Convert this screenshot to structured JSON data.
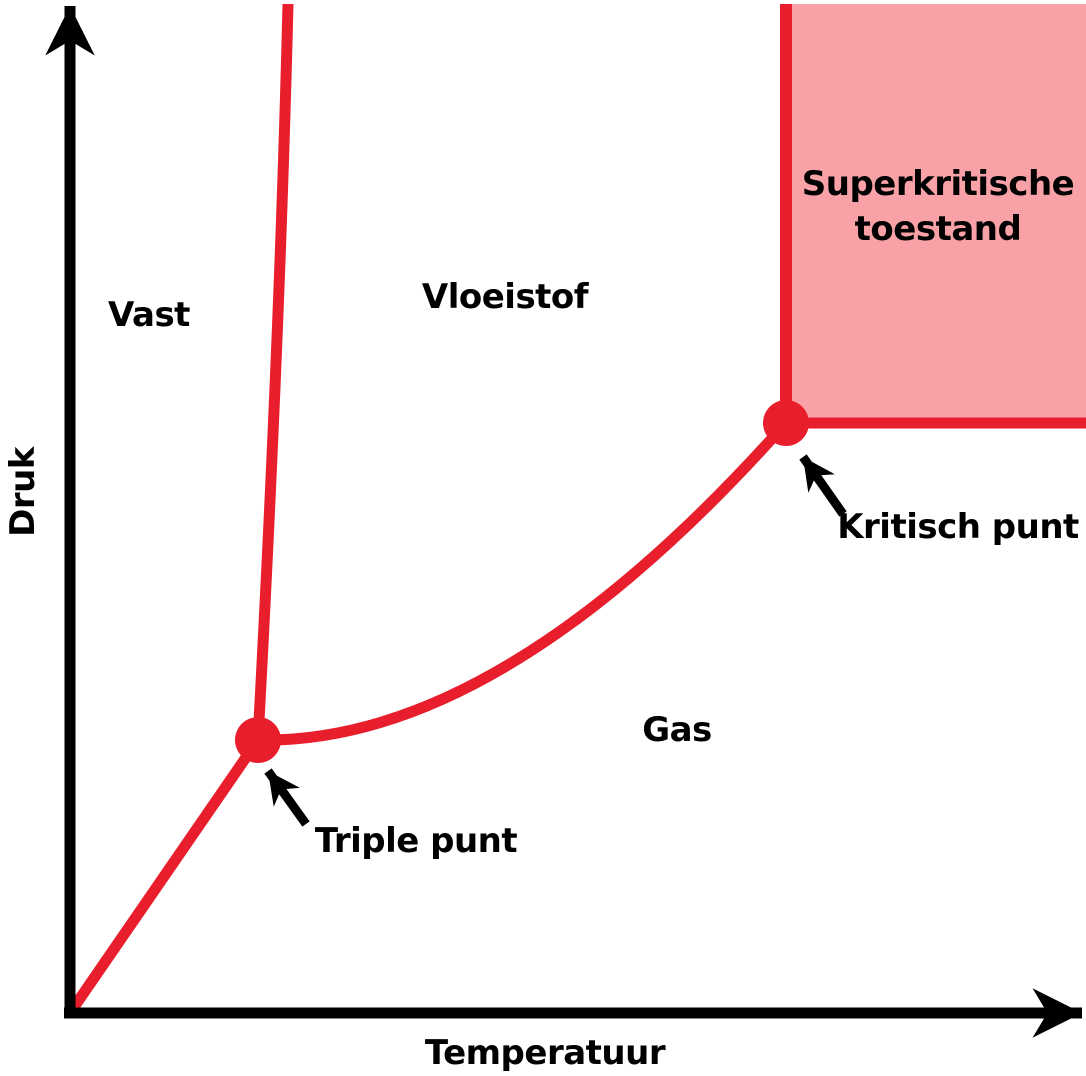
{
  "colors": {
    "red": "#e81e2c",
    "pink": "#f8a2a8",
    "black": "#000000",
    "background": "#ffffff"
  },
  "axes": {
    "x_label": "Temperatuur",
    "y_label": "Druk"
  },
  "regions": {
    "solid": "Vast",
    "liquid": "Vloeistof",
    "gas": "Gas",
    "supercritical": [
      "Superkritische",
      "toestand"
    ]
  },
  "annotations": {
    "triple_point": "Triple punt",
    "critical_point": "Kritisch punt"
  }
}
